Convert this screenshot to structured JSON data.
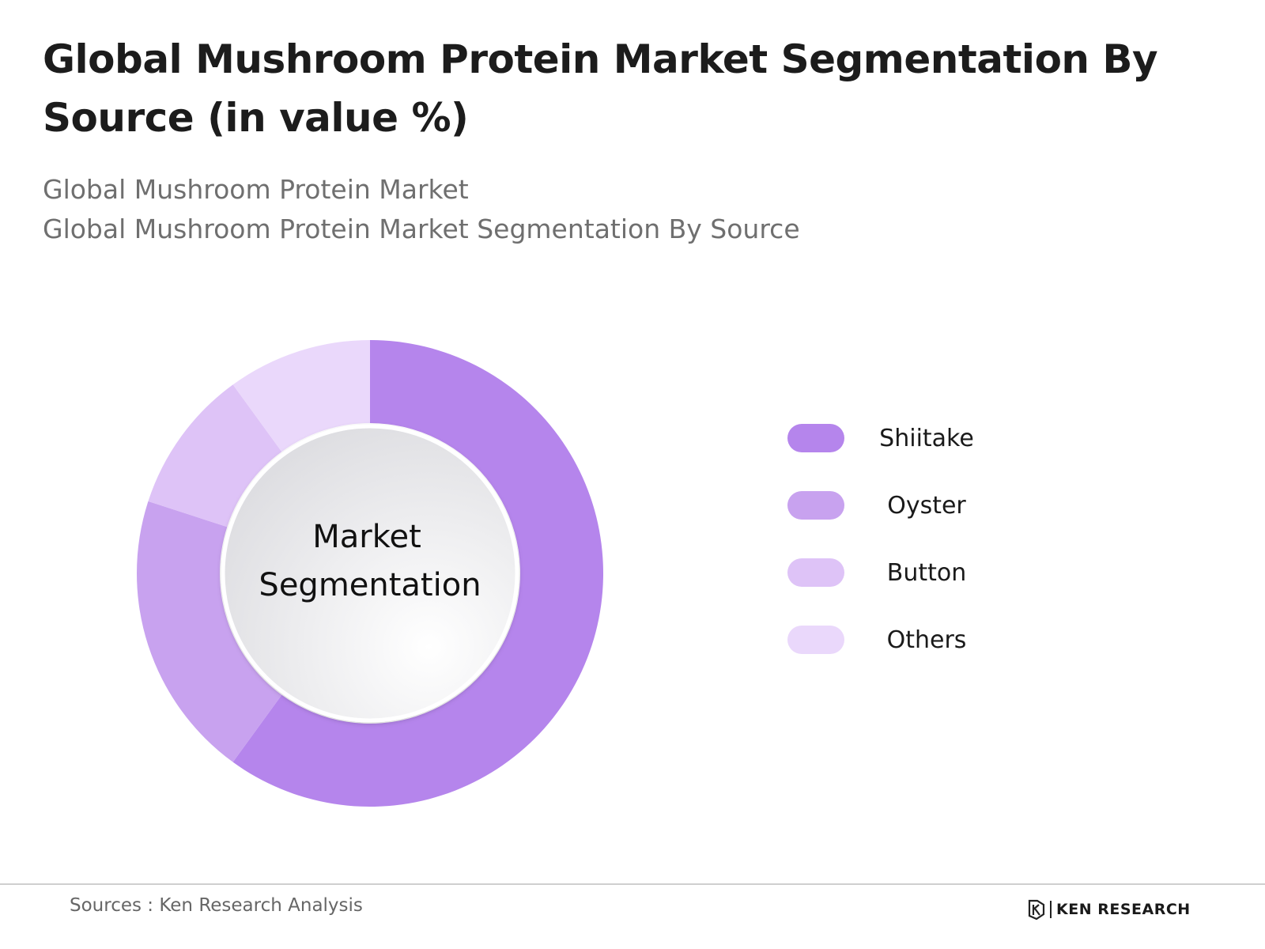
{
  "header": {
    "title": "Global Mushroom Protein Market Segmentation By Source (in value %)",
    "subtitle_line1": "Global Mushroom Protein Market",
    "subtitle_line2": "Global Mushroom Protein Market Segmentation By Source"
  },
  "chart_data": {
    "type": "pie",
    "style": "donut",
    "center_label_lines": [
      "Market",
      "Segmentation"
    ],
    "categories": [
      "Shiitake",
      "Oyster",
      "Button",
      "Others"
    ],
    "values": [
      60,
      20,
      10,
      10
    ],
    "value_unit": "%",
    "colors": [
      "#b585ec",
      "#c8a2ef",
      "#dec3f7",
      "#ead8fb"
    ],
    "legend_position": "right",
    "start_angle_deg": 0,
    "direction": "clockwise"
  },
  "footer": {
    "source": "Sources : Ken Research Analysis",
    "logo_text": "KEN RESEARCH"
  }
}
